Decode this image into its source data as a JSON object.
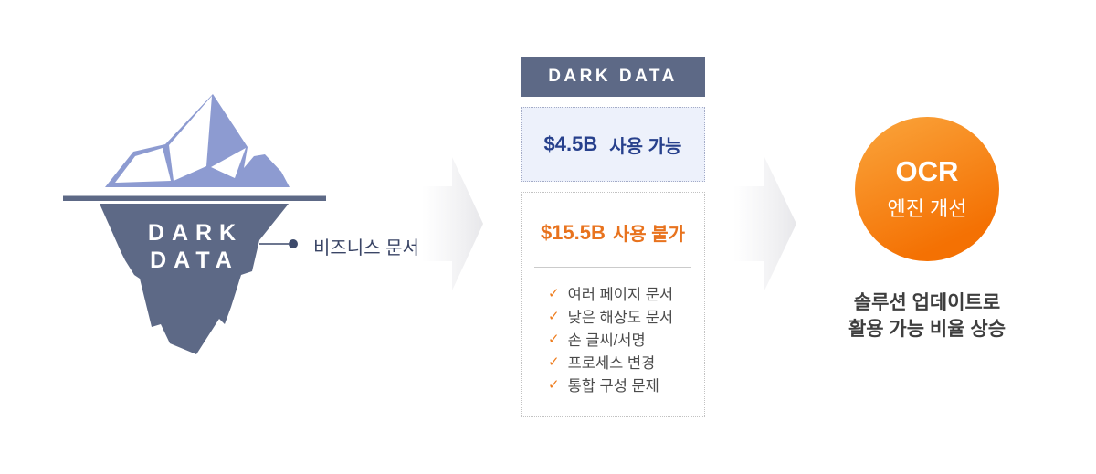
{
  "colors": {
    "slate": "#5d6986",
    "periwinkle": "#8d9bd1",
    "navy_text": "#27408c",
    "orange_text": "#e8731e",
    "circle_gradient_start": "#faa239",
    "circle_gradient_end": "#f47103",
    "check": "#ee7d1f",
    "arrow_gray": "#e7e7ea"
  },
  "icons": {
    "check": "✓"
  },
  "iceberg": {
    "label_line1": "DARK",
    "label_line2": "DATA",
    "callout_label": "비즈니스 문서"
  },
  "panel": {
    "header_title": "DARK DATA",
    "usable_box": {
      "amount": "$4.5B",
      "label": "사용 가능"
    },
    "unusable_box": {
      "amount": "$15.5B",
      "label": "사용 불가",
      "items": [
        "여러 페이지 문서",
        "낮은 해상도 문서",
        "손 글씨/서명",
        "프로세스 변경",
        "통합 구성 문제"
      ]
    }
  },
  "result": {
    "circle_title": "OCR",
    "circle_subtitle": "엔진 개선",
    "caption_line1": "솔루션 업데이트로",
    "caption_line2": "활용 가능 비율 상승"
  }
}
